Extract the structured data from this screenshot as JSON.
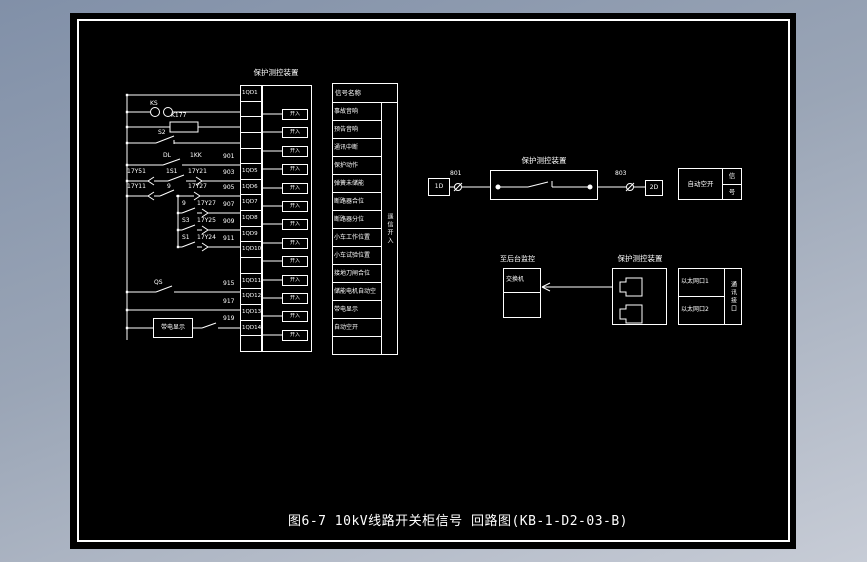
{
  "window": {
    "bg_top": "#8190a8",
    "bg_bottom": "#c7ccd6",
    "canvas": "#000000",
    "ink": "#ffffff"
  },
  "title": "图6-7 10kV线路开关柜信号 回路图(KB-1-D2-03-B)",
  "ladder": {
    "device_label": "保护测控装置",
    "di_label": "开入",
    "voltage_display_label": "带电显示",
    "terminals": [
      "1QD1",
      "",
      "",
      "",
      "",
      "1QD5",
      "1QD6",
      "1QD7",
      "1QD8",
      "1QD9",
      "1QD10",
      "",
      "1QD11",
      "1QD12",
      "1QD13",
      "1QD14",
      ""
    ],
    "labels": {
      "kk": "KS",
      "k177": "K177",
      "s2": "S2",
      "dl": "DL",
      "okk": "1KK",
      "c1s1": "1S1",
      "c9a": "9",
      "c9b": "9",
      "cs3": "S3",
      "cs1": "S1",
      "qs": "QS",
      "p51": "17Y51",
      "p21": "17Y21",
      "p11": "17Y11",
      "p27a": "17Y27",
      "p27b": "17Y27",
      "p25": "17Y25",
      "p24": "17Y24"
    },
    "wires": {
      "w901": "901",
      "w903": "903",
      "w905": "905",
      "w907": "907",
      "w909": "909",
      "w911": "911",
      "w915": "915",
      "w917": "917",
      "w919": "919"
    }
  },
  "signal_table": {
    "header": "信号名称",
    "side_label": "遥信开入",
    "rows": [
      "事故音响",
      "预告音响",
      "通讯中断",
      "保护动作",
      "弹簧未储能",
      "断路器合位",
      "断路器分位",
      "小车工作位置",
      "小车试验位置",
      "接地刀闸合位",
      "储能电机自动空开",
      "带电显示",
      "自动空开",
      ""
    ]
  },
  "trip_circuit": {
    "device_label": "保护测控装置",
    "left_wire": "801",
    "right_wire": "803",
    "left_terminal_box": "1D",
    "right_terminal_box": "2D",
    "output_label": "自动空开",
    "output_col_top": "信",
    "output_col_bottom": "号"
  },
  "comm_circuit": {
    "device_label": "保护测控装置",
    "remote_caption": "至后台监控",
    "remote_box_label": "交换机",
    "port1_label": "以太网口1",
    "port2_label": "以太网口2",
    "side_label": "通讯接口"
  }
}
